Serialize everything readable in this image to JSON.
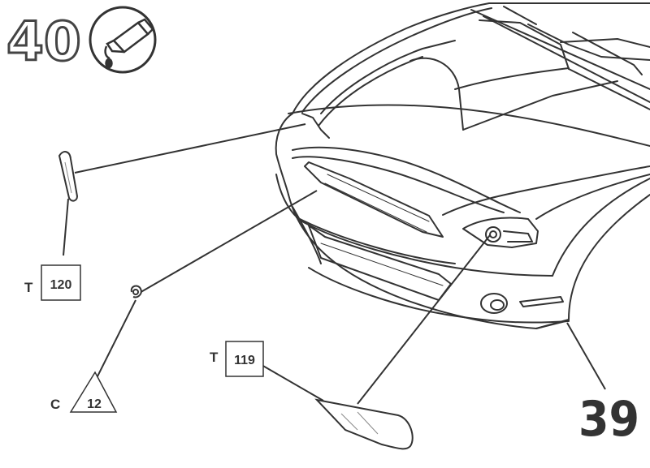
{
  "step": {
    "number": "40",
    "next_step_number": "39",
    "glue_icon": "glue-tube-icon"
  },
  "callouts": {
    "part_t120": {
      "prefix": "T",
      "number": "120"
    },
    "part_t119": {
      "prefix": "T",
      "number": "119"
    },
    "part_c12": {
      "prefix": "C",
      "number": "12"
    }
  },
  "colors": {
    "line": "#333333",
    "light": "#777777"
  }
}
